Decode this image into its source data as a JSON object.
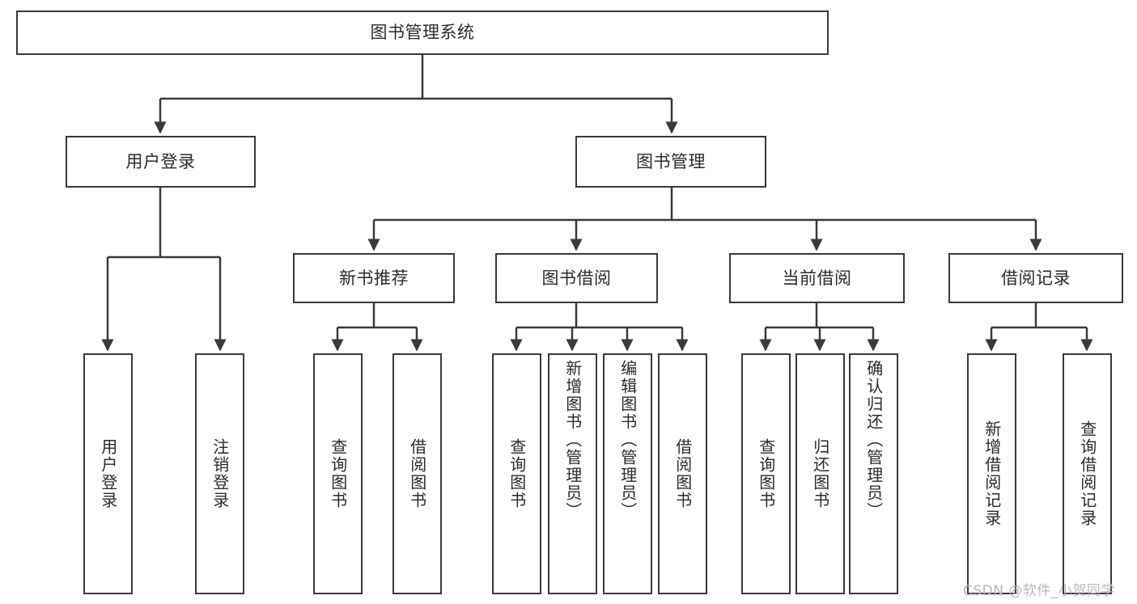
{
  "diagram": {
    "type": "tree",
    "title": "图书管理系统",
    "root": {
      "label": "图书管理系统",
      "children": [
        {
          "label": "用户登录",
          "children": [
            {
              "label": "用户登录"
            },
            {
              "label": "注销登录"
            }
          ]
        },
        {
          "label": "图书管理",
          "children": [
            {
              "label": "新书推荐",
              "children": [
                {
                  "label": "查询图书"
                },
                {
                  "label": "借阅图书"
                }
              ]
            },
            {
              "label": "图书借阅",
              "children": [
                {
                  "label": "查询图书"
                },
                {
                  "label": "新增图书（管理员）"
                },
                {
                  "label": "编辑图书（管理员）"
                },
                {
                  "label": "借阅图书"
                }
              ]
            },
            {
              "label": "当前借阅",
              "children": [
                {
                  "label": "查询图书"
                },
                {
                  "label": "归还图书"
                },
                {
                  "label": "确认归还（管理员）"
                }
              ]
            },
            {
              "label": "借阅记录",
              "children": [
                {
                  "label": "新增借阅记录"
                },
                {
                  "label": "查询借阅记录"
                }
              ]
            }
          ]
        }
      ]
    }
  },
  "nodes": {
    "root": "图书管理系统",
    "user_login": "用户登录",
    "book_manage": "图书管理",
    "new_book_rec": "新书推荐",
    "book_borrow": "图书借阅",
    "current_borrow": "当前借阅",
    "borrow_record": "借阅记录",
    "leaf_user_login": "用户登录",
    "leaf_user_logout": "注销登录",
    "leaf_rec_query": "查询图书",
    "leaf_rec_borrow": "借阅图书",
    "leaf_bb_query": "查询图书",
    "leaf_bb_add": "新增图书（管理员）",
    "leaf_bb_edit": "编辑图书（管理员）",
    "leaf_bb_borrow": "借阅图书",
    "leaf_cb_query": "查询图书",
    "leaf_cb_return": "归还图书",
    "leaf_cb_confirm": "确认归还（管理员）",
    "leaf_br_add": "新增借阅记录",
    "leaf_br_query": "查询借阅记录"
  },
  "watermark": {
    "text": "CSDN @软件_小贺同学"
  },
  "colors": {
    "stroke": "#3a3a3a",
    "fill": "#ffffff",
    "text": "#2b2b2b",
    "watermark": "#b8b8b8"
  }
}
